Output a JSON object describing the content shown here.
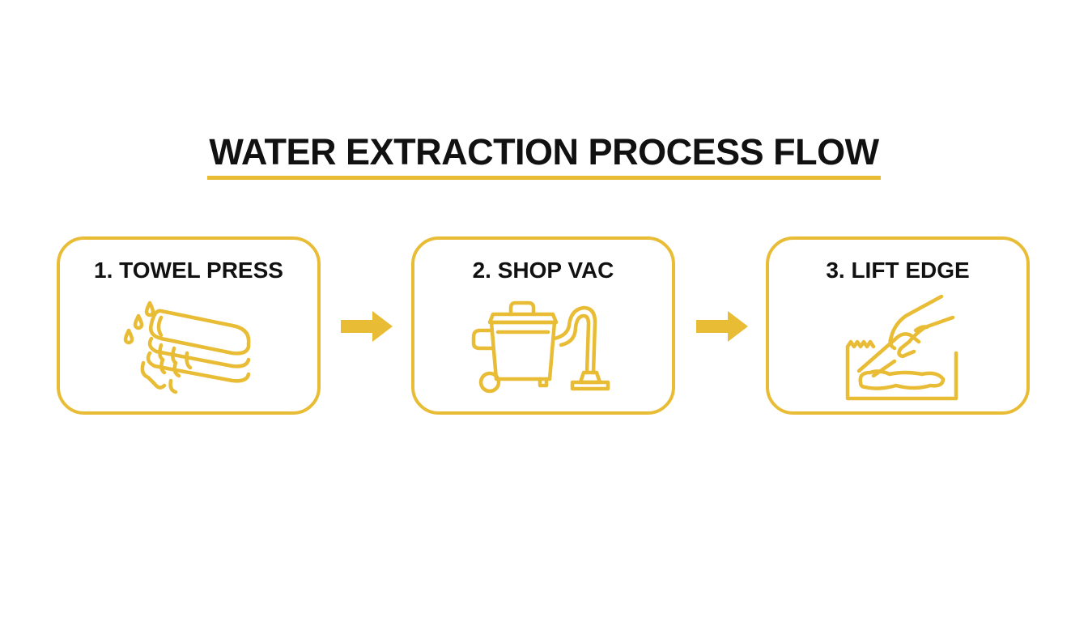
{
  "diagram": {
    "title": "WATER EXTRACTION PROCESS FLOW",
    "accent_color": "#e9bc36",
    "text_color": "#111111",
    "steps": [
      {
        "label": "1. TOWEL PRESS",
        "icon": "towel-press-icon"
      },
      {
        "label": "2. SHOP VAC",
        "icon": "shop-vac-icon"
      },
      {
        "label": "3. LIFT EDGE",
        "icon": "lift-edge-icon"
      }
    ],
    "connectors": [
      {
        "from": "1. TOWEL PRESS",
        "to": "2. SHOP VAC",
        "icon": "arrow-right-icon"
      },
      {
        "from": "2. SHOP VAC",
        "to": "3. LIFT EDGE",
        "icon": "arrow-right-icon"
      }
    ]
  }
}
